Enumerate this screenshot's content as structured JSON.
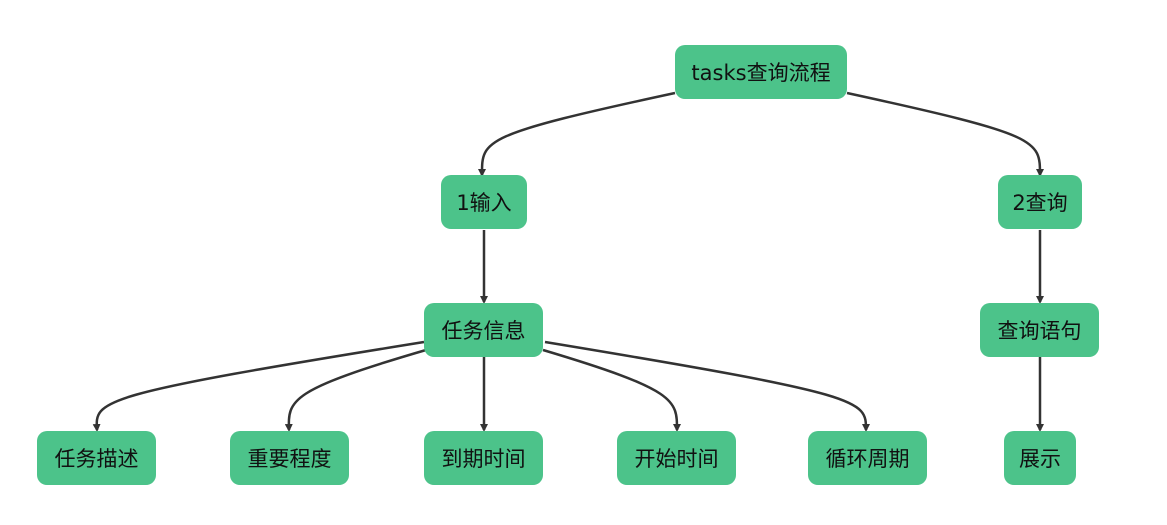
{
  "diagram": {
    "root": {
      "label": "tasks查询流程"
    },
    "branch_input": {
      "label": "1输入"
    },
    "branch_query": {
      "label": "2查询"
    },
    "task_info": {
      "label": "任务信息"
    },
    "query_statement": {
      "label": "查询语句"
    },
    "leaves": {
      "task_desc": {
        "label": "任务描述"
      },
      "importance": {
        "label": "重要程度"
      },
      "due_time": {
        "label": "到期时间"
      },
      "start_time": {
        "label": "开始时间"
      },
      "cycle": {
        "label": "循环周期"
      },
      "display": {
        "label": "展示"
      }
    },
    "colors": {
      "node_fill": "#4cc38a",
      "edge": "#333333",
      "text": "#111111"
    }
  }
}
